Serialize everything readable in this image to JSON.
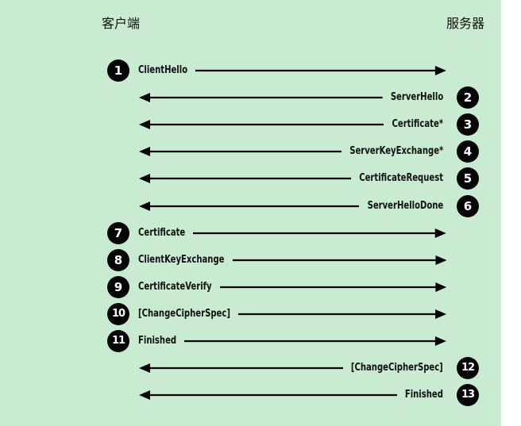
{
  "parties": {
    "client": "客户端",
    "server": "服务器"
  },
  "messages": [
    {
      "number": "1",
      "label": "ClientHello",
      "direction": "client-to-server"
    },
    {
      "number": "2",
      "label": "ServerHello",
      "direction": "server-to-client"
    },
    {
      "number": "3",
      "label": "Certificate*",
      "direction": "server-to-client"
    },
    {
      "number": "4",
      "label": "ServerKeyExchange*",
      "direction": "server-to-client"
    },
    {
      "number": "5",
      "label": "CertificateRequest",
      "direction": "server-to-client"
    },
    {
      "number": "6",
      "label": "ServerHelloDone",
      "direction": "server-to-client"
    },
    {
      "number": "7",
      "label": "Certificate",
      "direction": "client-to-server"
    },
    {
      "number": "8",
      "label": "ClientKeyExchange",
      "direction": "client-to-server"
    },
    {
      "number": "9",
      "label": "CertificateVerify",
      "direction": "client-to-server"
    },
    {
      "number": "10",
      "label": "[ChangeCipherSpec]",
      "direction": "client-to-server"
    },
    {
      "number": "11",
      "label": "Finished",
      "direction": "client-to-server"
    },
    {
      "number": "12",
      "label": "[ChangeCipherSpec]",
      "direction": "server-to-client"
    },
    {
      "number": "13",
      "label": "Finished",
      "direction": "server-to-client"
    }
  ],
  "colors": {
    "background": "#c8ebd2",
    "ink": "#050505"
  }
}
